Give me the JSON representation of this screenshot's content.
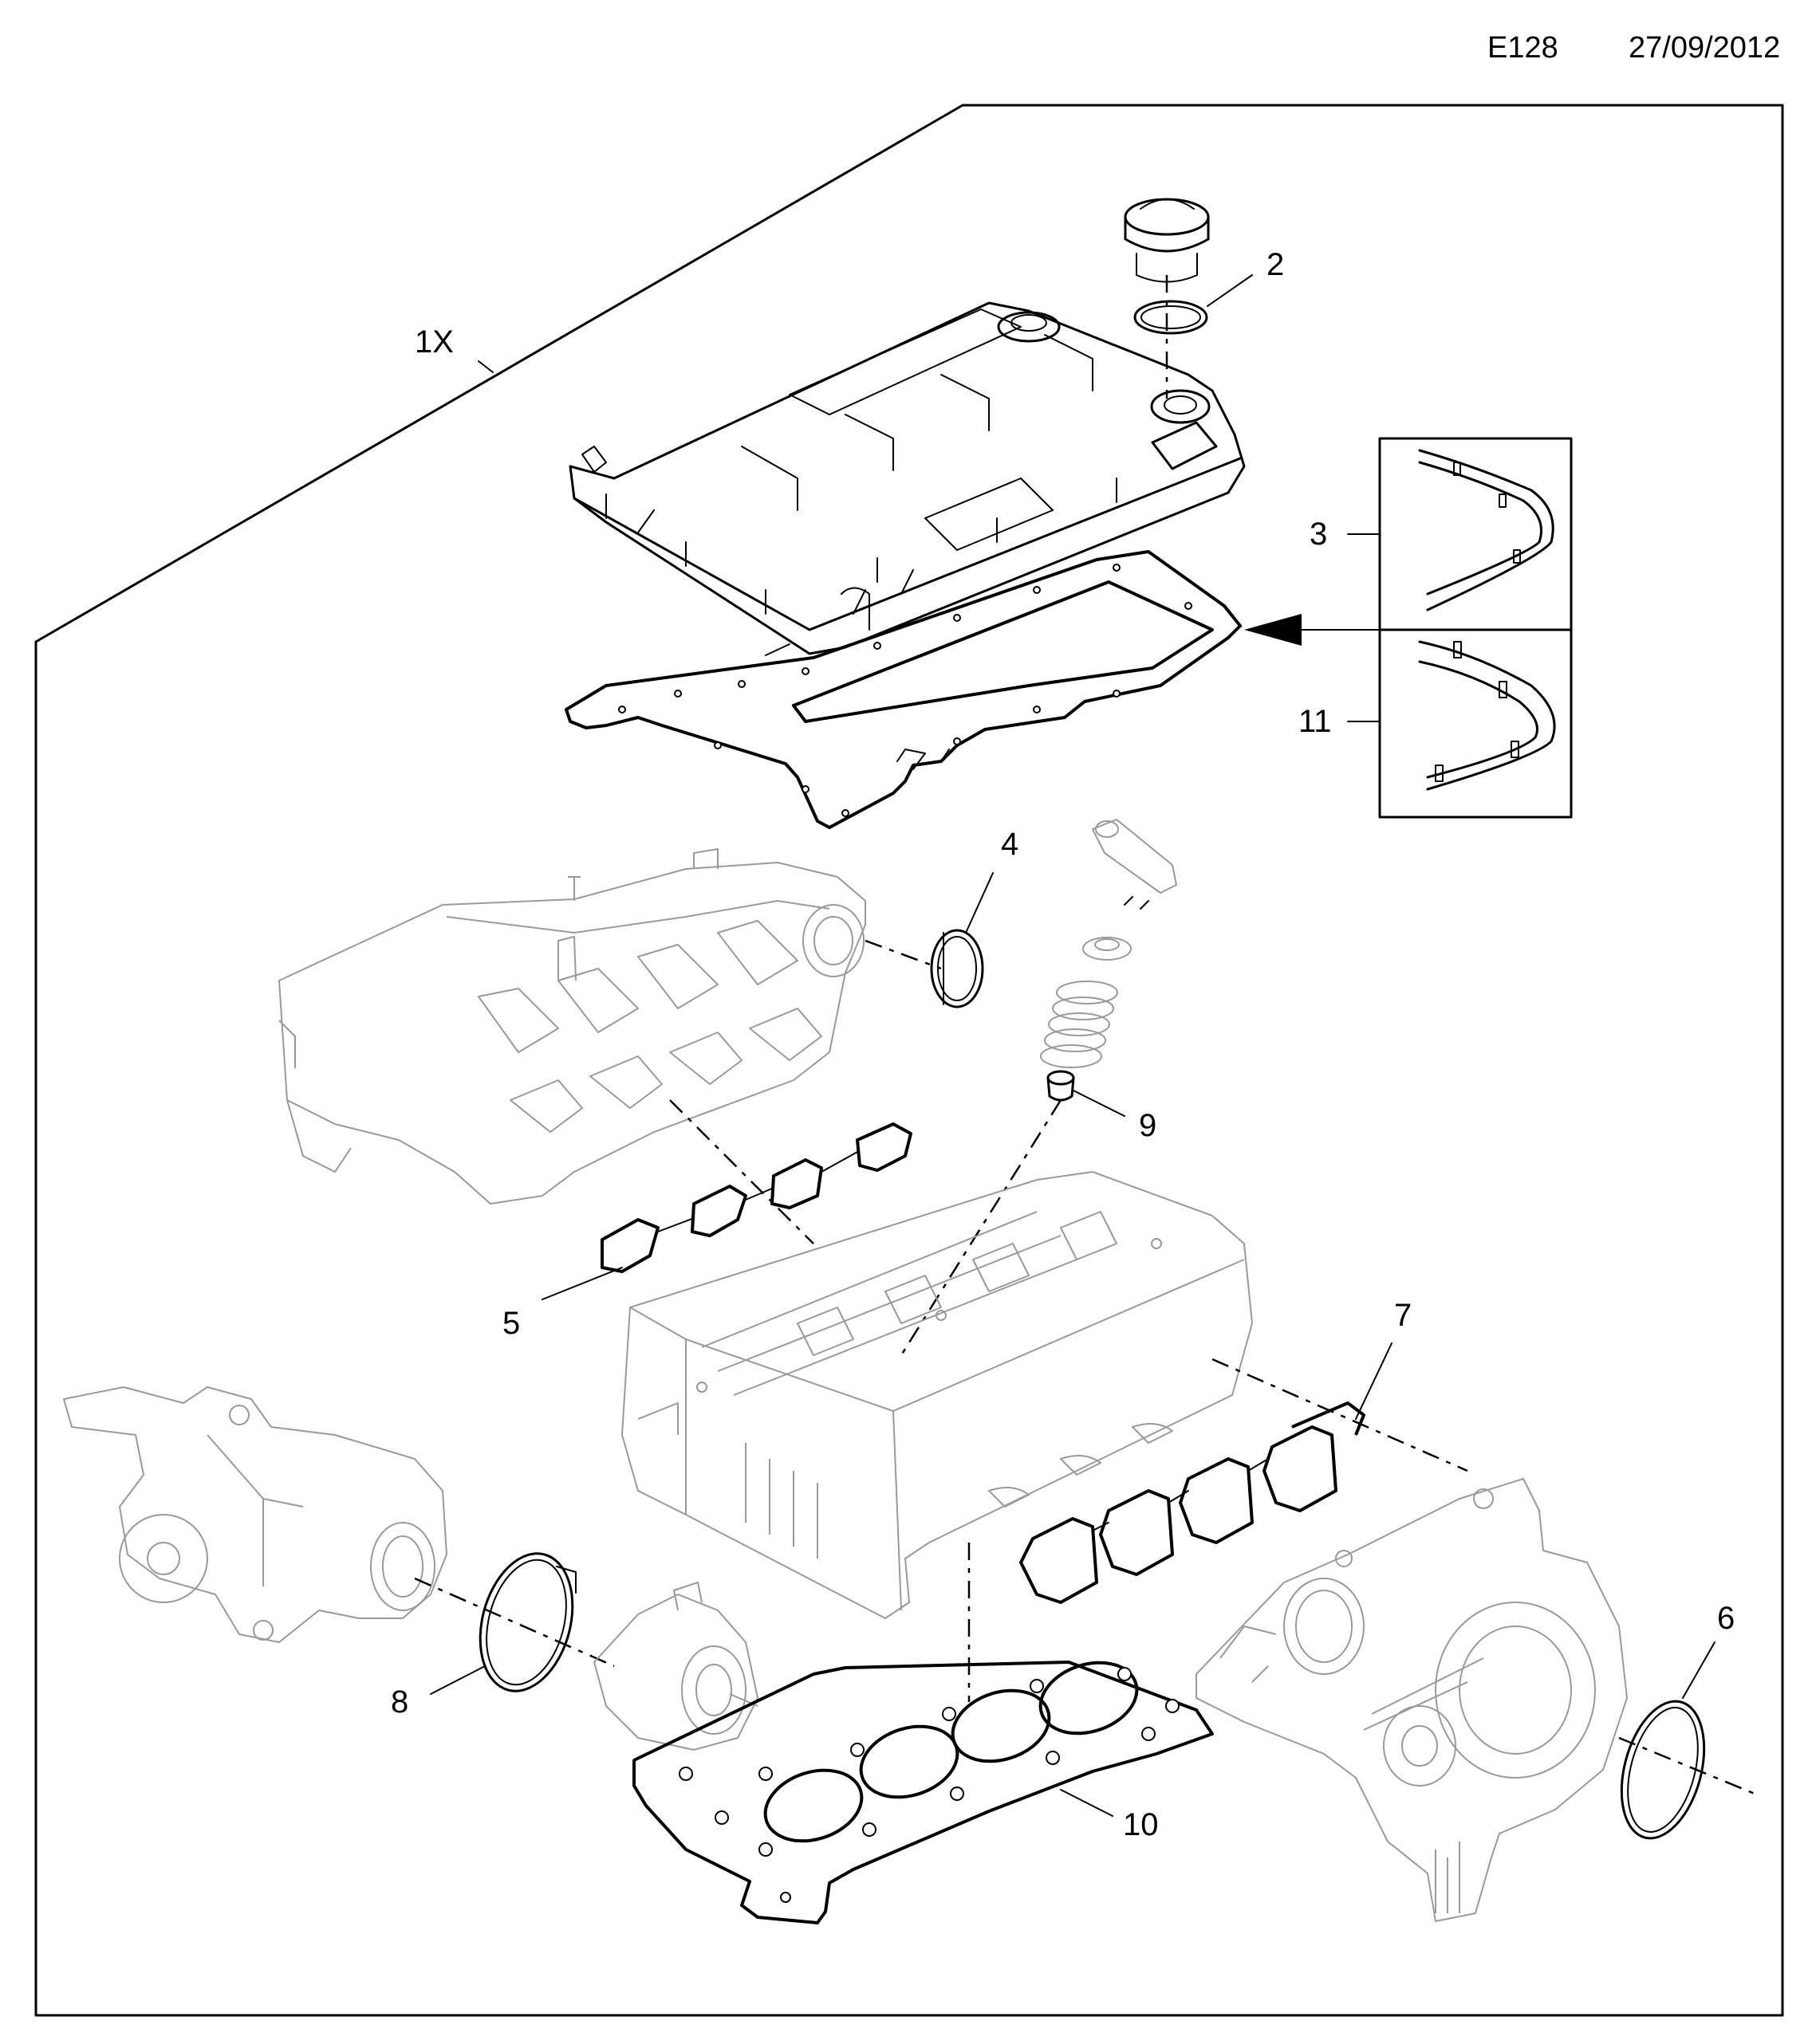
{
  "header": {
    "code": "E128",
    "date": "27/09/2012"
  },
  "callouts": {
    "c1": "1X",
    "c2": "2",
    "c3": "3",
    "c4": "4",
    "c5": "5",
    "c6": "6",
    "c7": "7",
    "c8": "8",
    "c9": "9",
    "c10": "10",
    "c11": "11"
  }
}
